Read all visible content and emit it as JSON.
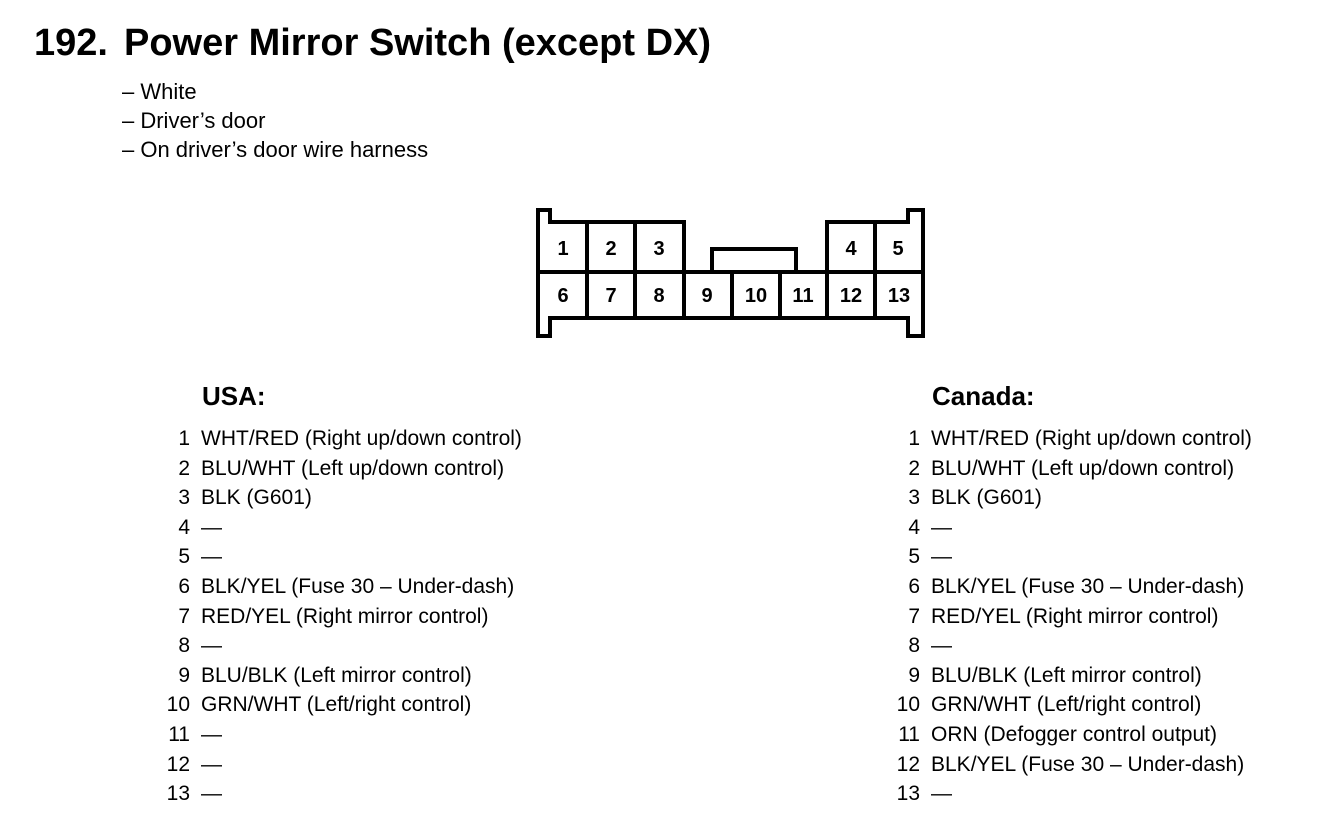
{
  "title": {
    "number": "192.",
    "text": "Power Mirror Switch (except DX)"
  },
  "subtitles": [
    "– White",
    "– Driver’s door",
    "– On driver’s door wire harness"
  ],
  "connector": {
    "top_pins": [
      "1",
      "2",
      "3",
      "4",
      "5"
    ],
    "bottom_pins": [
      "6",
      "7",
      "8",
      "9",
      "10",
      "11",
      "12",
      "13"
    ]
  },
  "usa": {
    "heading": "USA:",
    "pins": [
      {
        "pin": "1",
        "desc": "WHT/RED (Right up/down control)"
      },
      {
        "pin": "2",
        "desc": "BLU/WHT (Left up/down control)"
      },
      {
        "pin": "3",
        "desc": "BLK (G601)"
      },
      {
        "pin": "4",
        "desc": "—"
      },
      {
        "pin": "5",
        "desc": "—"
      },
      {
        "pin": "6",
        "desc": "BLK/YEL (Fuse 30 – Under-dash)"
      },
      {
        "pin": "7",
        "desc": "RED/YEL (Right mirror control)"
      },
      {
        "pin": "8",
        "desc": "—"
      },
      {
        "pin": "9",
        "desc": "BLU/BLK (Left mirror control)"
      },
      {
        "pin": "10",
        "desc": "GRN/WHT (Left/right control)"
      },
      {
        "pin": "11",
        "desc": "—"
      },
      {
        "pin": "12",
        "desc": "—"
      },
      {
        "pin": "13",
        "desc": "—"
      }
    ]
  },
  "canada": {
    "heading": "Canada:",
    "pins": [
      {
        "pin": "1",
        "desc": "WHT/RED (Right up/down control)"
      },
      {
        "pin": "2",
        "desc": "BLU/WHT (Left up/down control)"
      },
      {
        "pin": "3",
        "desc": "BLK (G601)"
      },
      {
        "pin": "4",
        "desc": "—"
      },
      {
        "pin": "5",
        "desc": "—"
      },
      {
        "pin": "6",
        "desc": "BLK/YEL (Fuse 30 – Under-dash)"
      },
      {
        "pin": "7",
        "desc": "RED/YEL (Right mirror control)"
      },
      {
        "pin": "8",
        "desc": "—"
      },
      {
        "pin": "9",
        "desc": "BLU/BLK (Left mirror control)"
      },
      {
        "pin": "10",
        "desc": "GRN/WHT (Left/right control)"
      },
      {
        "pin": "11",
        "desc": "ORN (Defogger control output)"
      },
      {
        "pin": "12",
        "desc": "BLK/YEL (Fuse 30 – Under-dash)"
      },
      {
        "pin": "13",
        "desc": "—"
      }
    ]
  }
}
